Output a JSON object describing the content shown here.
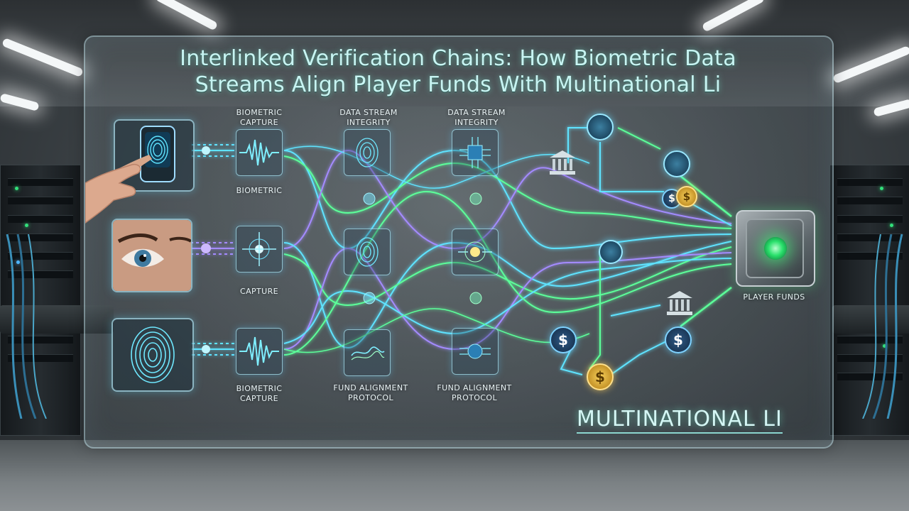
{
  "title_line1": "Interlinked Verification Chains: How Biometric Data",
  "title_line2": "Streams Align Player Funds With Multinational Li",
  "labels": {
    "biometric_capture_top": "Biometric Capture",
    "biometric": "Biometric",
    "capture": "Capture",
    "data_stream_integrity_1": "Data Stream Integrity",
    "data_stream_integrity_2": "Data Stream Integrity",
    "biometric_capture_bottom": "Biometric Capture",
    "fund_alignment_1": "Fund Alignment Protocol",
    "fund_alignment_2": "Fund Alignment Protocol",
    "player_funds": "Player Funds"
  },
  "bottom_title": "MULTINATIONAL LI",
  "icons": {
    "dollar": "$"
  },
  "colors": {
    "cyan": "#5fe3ff",
    "green": "#5cff9a",
    "violet": "#a48bff",
    "title": "#c8f4f2"
  }
}
